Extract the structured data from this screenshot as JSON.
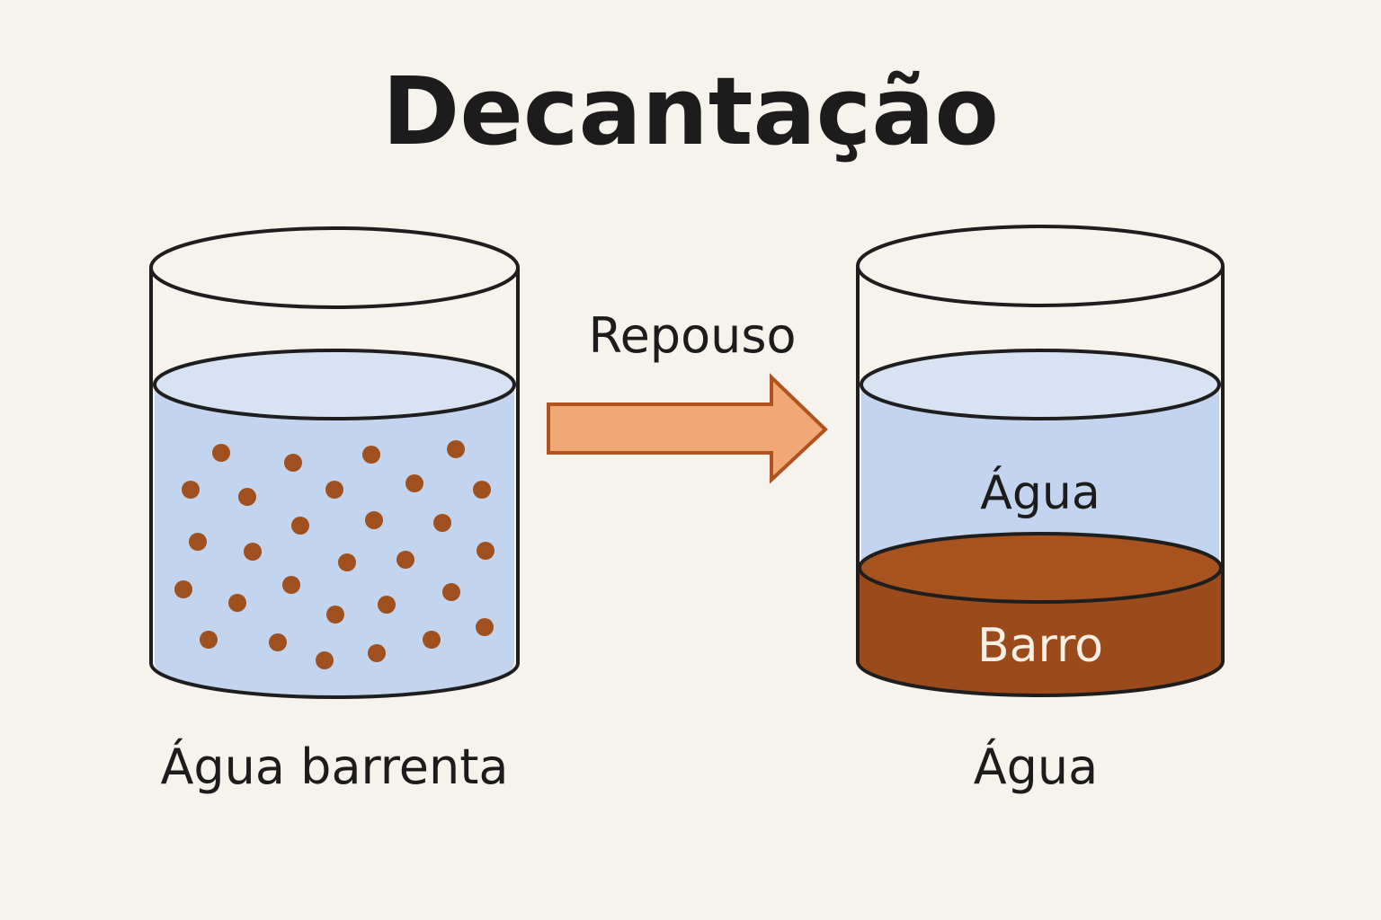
{
  "title": "Decantação",
  "arrow_label": "Repouso",
  "left_beaker": {
    "caption": "Água barrenta"
  },
  "right_beaker": {
    "caption": "Água",
    "top_layer_label": "Água",
    "bottom_layer_label": "Barro"
  },
  "colors": {
    "background": "#f6f3ec",
    "water": "#c3d5ee",
    "water_surface": "#d7e3f3",
    "mud": "#9b4a1c",
    "mud_surface": "#a8521f",
    "particles": "#a0501f",
    "arrow_fill": "#f1a877",
    "arrow_stroke": "#b0531f",
    "outline": "#1e1e1e",
    "text": "#1c1c1c",
    "mud_label": "#f7efe4"
  }
}
